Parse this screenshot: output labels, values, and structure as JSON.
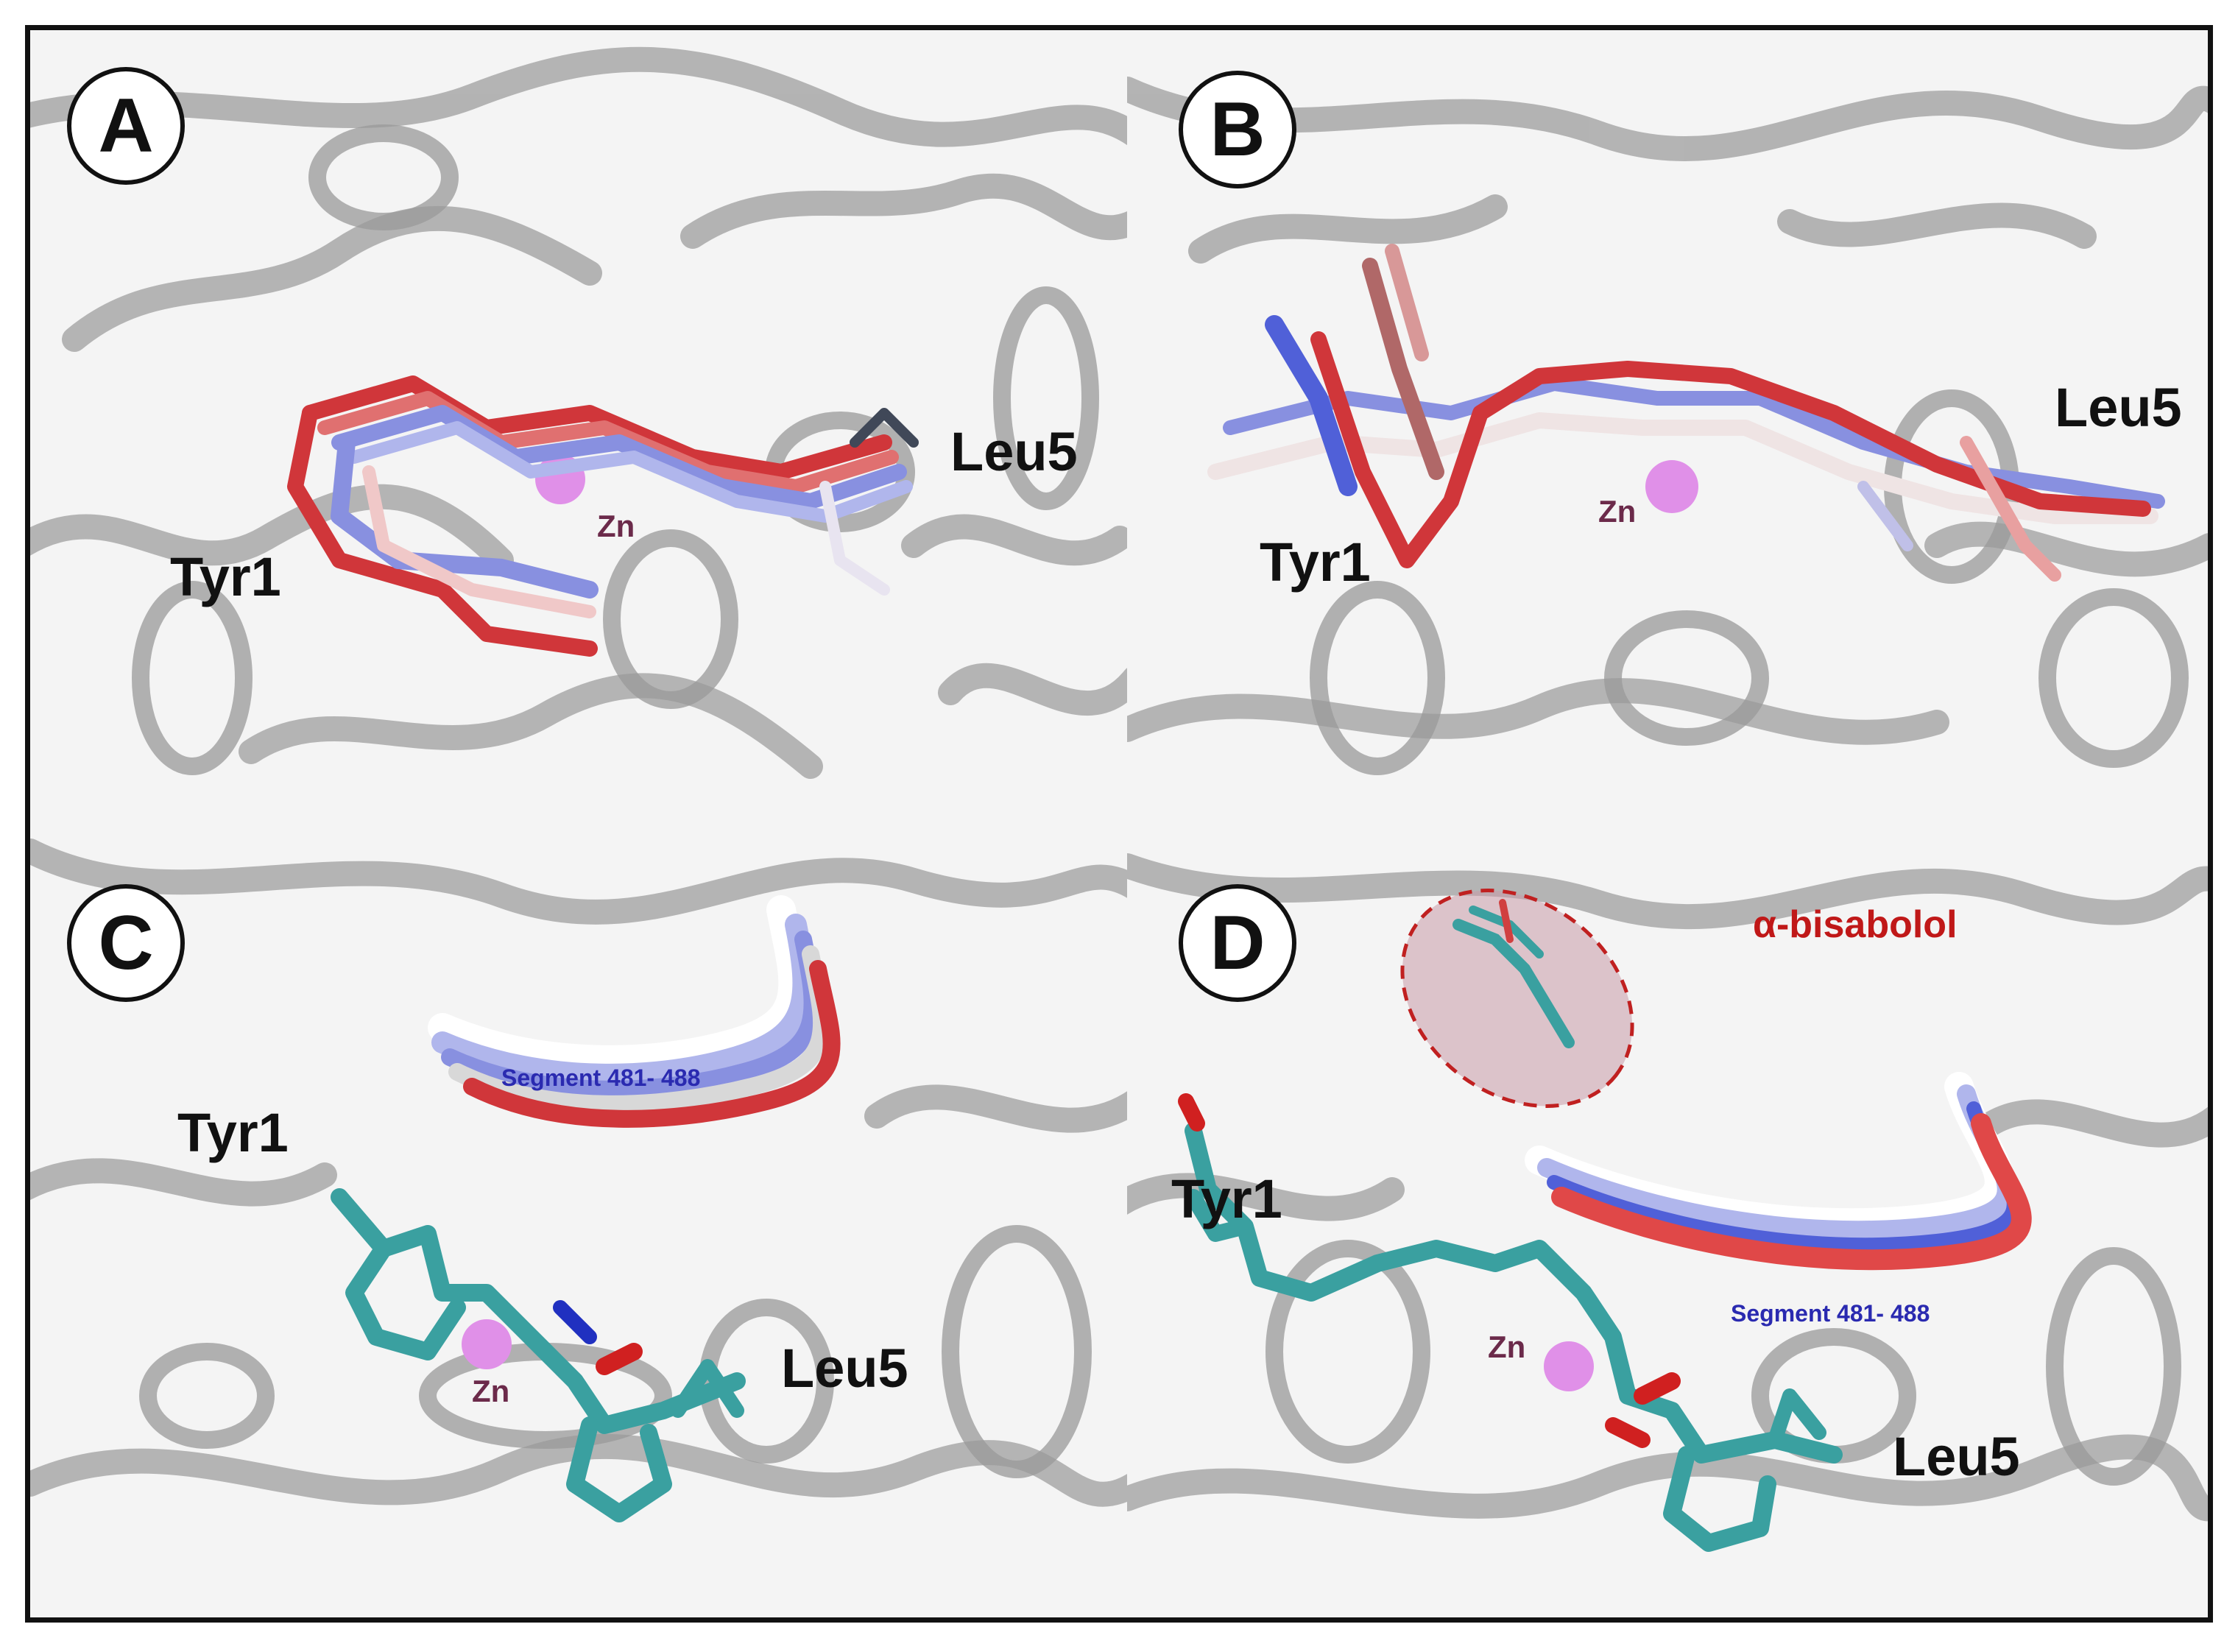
{
  "panels": {
    "A": {
      "letter": "A",
      "start_label": "Tyr1",
      "end_label": "Leu5",
      "metal_label": "Zn"
    },
    "B": {
      "letter": "B",
      "start_label": "Tyr1",
      "end_label": "Leu5",
      "metal_label": "Zn"
    },
    "C": {
      "letter": "C",
      "start_label": "Tyr1",
      "end_label": "Leu5",
      "metal_label": "Zn",
      "segment_label": "Segment 481- 488"
    },
    "D": {
      "letter": "D",
      "start_label": "Tyr1",
      "end_label": "Leu5",
      "metal_label": "Zn",
      "segment_label": "Segment 481- 488",
      "ligand_label": "α-bisabolol"
    }
  },
  "colors": {
    "protein_ribbon": "#9a9a9a",
    "peptide_red": "#d0363a",
    "peptide_blue": "#8890e0",
    "peptide_white": "#efe4e4",
    "ligand_cyan": "#3aa0a0",
    "zinc": "#e090e8",
    "highlight": "#c02020"
  }
}
